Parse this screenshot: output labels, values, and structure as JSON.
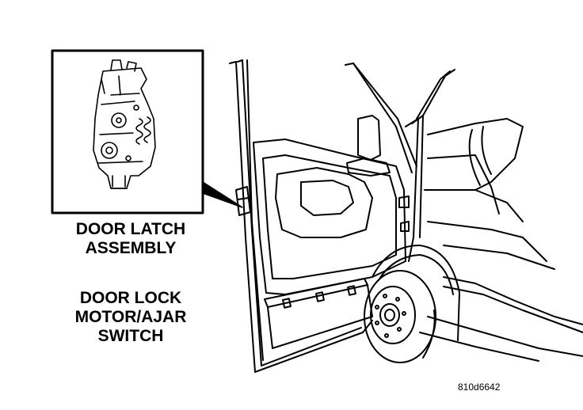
{
  "labels": {
    "door_latch_assembly": [
      "DOOR LATCH",
      "ASSEMBLY"
    ],
    "door_lock_motor_ajar_switch": [
      "DOOR LOCK",
      "MOTOR/AJAR",
      "SWITCH"
    ]
  },
  "figure_code": "810d6642",
  "colors": {
    "line": "#000000",
    "background": "#ffffff"
  }
}
